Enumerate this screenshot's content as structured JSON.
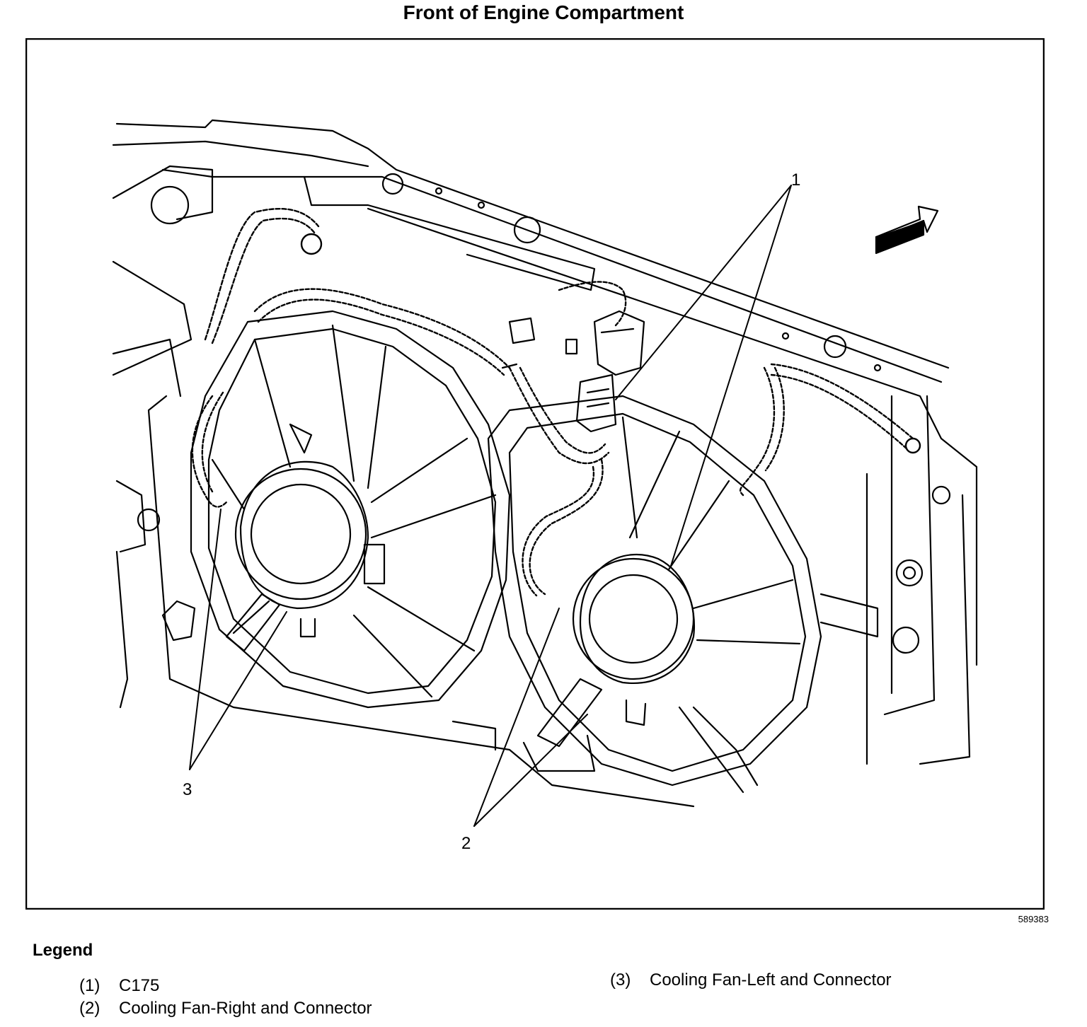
{
  "title": "Front of Engine Compartment",
  "figure_id": "589383",
  "callouts": {
    "c1": "1",
    "c2": "2",
    "c3": "3"
  },
  "legend": {
    "heading": "Legend",
    "items": [
      {
        "num": "(1)",
        "text": "C175"
      },
      {
        "num": "(2)",
        "text": "Cooling Fan-Right and Connector"
      },
      {
        "num": "(3)",
        "text": "Cooling Fan-Left and Connector"
      }
    ]
  }
}
